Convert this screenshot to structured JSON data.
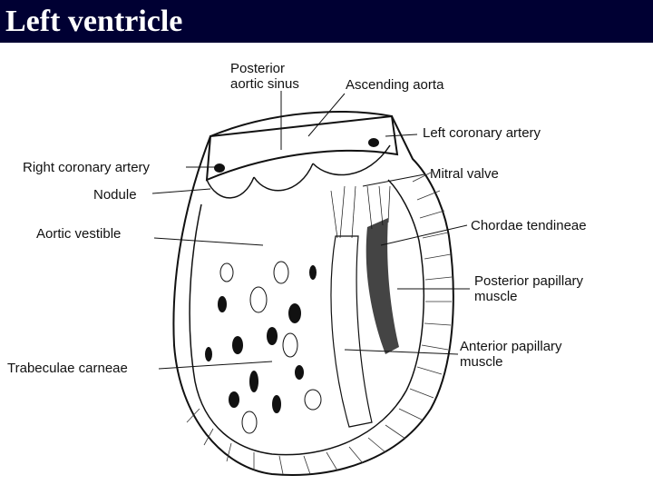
{
  "title": "Left ventricle",
  "diagram": {
    "labels": {
      "posterior_aortic_sinus": [
        "Posterior",
        "aortic sinus"
      ],
      "ascending_aorta": "Ascending aorta",
      "left_coronary_artery": "Left coronary artery",
      "right_coronary_artery": "Right coronary artery",
      "mitral_valve": "Mitral valve",
      "nodule": "Nodule",
      "chordae_tendineae": "Chordae tendineae",
      "aortic_vestible": "Aortic vestible",
      "posterior_papillary_muscle": [
        "Posterior papillary",
        "muscle"
      ],
      "anterior_papillary_muscle": [
        "Anterior papillary",
        "muscle"
      ],
      "trabeculae_carneae": "Trabeculae carneae"
    }
  }
}
